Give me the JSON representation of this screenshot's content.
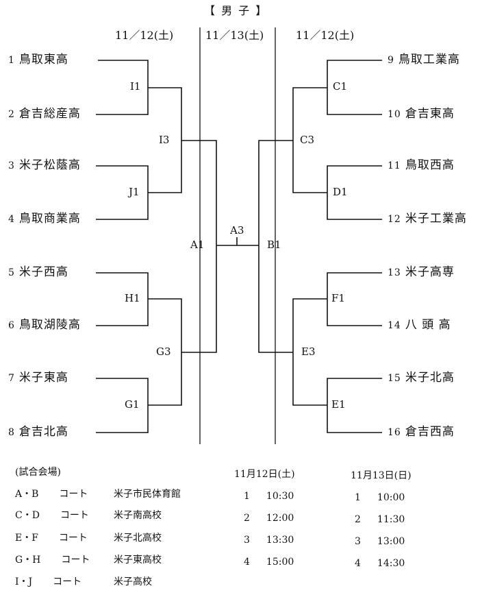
{
  "title": "【 男 子 】",
  "dates": {
    "left": "11／12(土)",
    "center": "11／13(土)",
    "right": "11／12(土)"
  },
  "left_teams": [
    {
      "seed": "1",
      "name": "鳥取東高"
    },
    {
      "seed": "2",
      "name": "倉吉総産高"
    },
    {
      "seed": "3",
      "name": "米子松蔭高"
    },
    {
      "seed": "4",
      "name": "鳥取商業高"
    },
    {
      "seed": "5",
      "name": "米子西高"
    },
    {
      "seed": "6",
      "name": "鳥取湖陵高"
    },
    {
      "seed": "7",
      "name": "米子東高"
    },
    {
      "seed": "8",
      "name": "倉吉北高"
    }
  ],
  "right_teams": [
    {
      "seed": "9",
      "name": "鳥取工業高"
    },
    {
      "seed": "10",
      "name": "倉吉東高"
    },
    {
      "seed": "11",
      "name": "鳥取西高"
    },
    {
      "seed": "12",
      "name": "米子工業高"
    },
    {
      "seed": "13",
      "name": "米子高専"
    },
    {
      "seed": "14",
      "name": "八 頭 高"
    },
    {
      "seed": "15",
      "name": "米子北高"
    },
    {
      "seed": "16",
      "name": "倉吉西高"
    }
  ],
  "match_codes": {
    "I1": "I1",
    "J1": "J1",
    "I3": "I3",
    "H1": "H1",
    "G1": "G1",
    "G3": "G3",
    "A1": "A1",
    "A3": "A3",
    "B1": "B1",
    "C1": "C1",
    "D1": "D1",
    "C3": "C3",
    "F1": "F1",
    "E1": "E1",
    "E3": "E3"
  },
  "venues": {
    "heading": "(試合会場)",
    "rows": [
      {
        "courts": "A・B",
        "label": "コート",
        "place": "米子市民体育館"
      },
      {
        "courts": "C・D",
        "label": "コート",
        "place": "米子南高校"
      },
      {
        "courts": "E・F",
        "label": "コート",
        "place": "米子北高校"
      },
      {
        "courts": "G・H",
        "label": "コート",
        "place": "米子東高校"
      },
      {
        "courts": "I・J",
        "label": "コート",
        "place": "米子高校"
      }
    ]
  },
  "schedule_day1": {
    "heading": "11月12日(土)",
    "rows": [
      {
        "no": "1",
        "time": "10:30"
      },
      {
        "no": "2",
        "time": "12:00"
      },
      {
        "no": "3",
        "time": "13:30"
      },
      {
        "no": "4",
        "time": "15:00"
      }
    ]
  },
  "schedule_day2": {
    "heading": "11月13日(日)",
    "rows": [
      {
        "no": "1",
        "time": "10:00"
      },
      {
        "no": "2",
        "time": "11:30"
      },
      {
        "no": "3",
        "time": "13:00"
      },
      {
        "no": "4",
        "time": "14:30"
      }
    ]
  }
}
